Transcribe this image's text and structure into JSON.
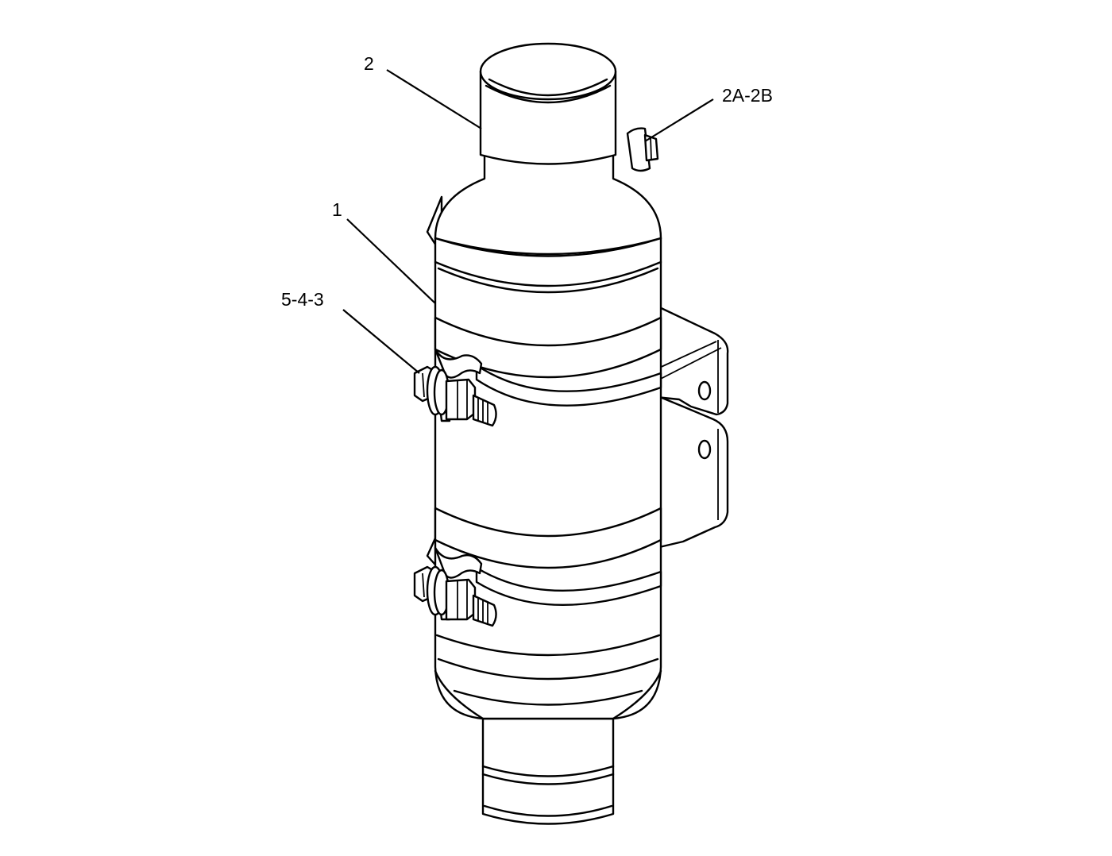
{
  "callouts": {
    "part_2": "2",
    "part_2a_2b": "2A-2B",
    "part_1": "1",
    "part_5_4_3": "5-4-3"
  },
  "colors": {
    "line": "#000000",
    "background": "#ffffff"
  }
}
